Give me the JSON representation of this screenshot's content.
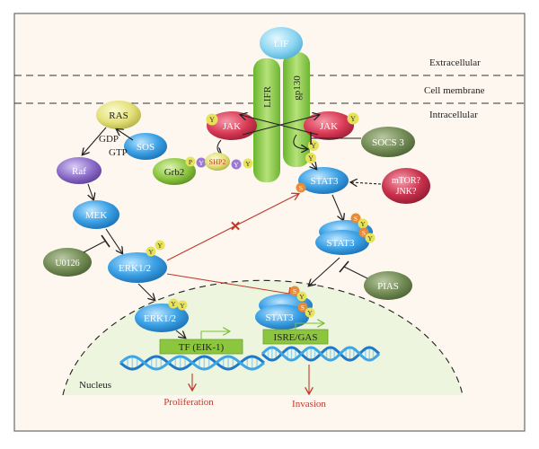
{
  "regions": {
    "extracellular": "Extracellular",
    "membrane": "Cell membrane",
    "intracellular": "Intracellular",
    "nucleus": "Nucleus"
  },
  "receptor": {
    "ligand": "LIF",
    "lifr": "LIFR",
    "gp130": "gp130"
  },
  "nodes": {
    "jak": "JAK",
    "ras": "RAS",
    "sos": "SOS",
    "gdp": "GDP",
    "gtp": "GTP",
    "grb2": "Grb2",
    "shp2": "SHP2",
    "raf": "Raf",
    "mek": "MEK",
    "u0126": "U0126",
    "erk": "ERK1/2",
    "stat3": "STAT3",
    "socs3": "SOCS 3",
    "mtor_line1": "mTOR?",
    "mtor_line2": "JNK?",
    "pias": "PIAS",
    "tf": "TF (EIK-1)",
    "isre": "ISRE/GAS"
  },
  "marks": {
    "y": "Y",
    "s": "S",
    "p": "P",
    "block": "✕"
  },
  "outcomes": {
    "proliferation": "Proliferation",
    "invasion": "Invasion"
  },
  "colors": {
    "background": "#fdf7ef",
    "nucleus": "#f1f6e4",
    "blue_node": "#3aa0e0",
    "red_node": "#d83a55",
    "green_node": "#8cc63f",
    "olive_node": "#6f8a52",
    "purple_node": "#8b6dc8",
    "yellow_node": "#e2df6e",
    "accent_red": "#c0392b",
    "inhibit_red": "#d0506a"
  }
}
